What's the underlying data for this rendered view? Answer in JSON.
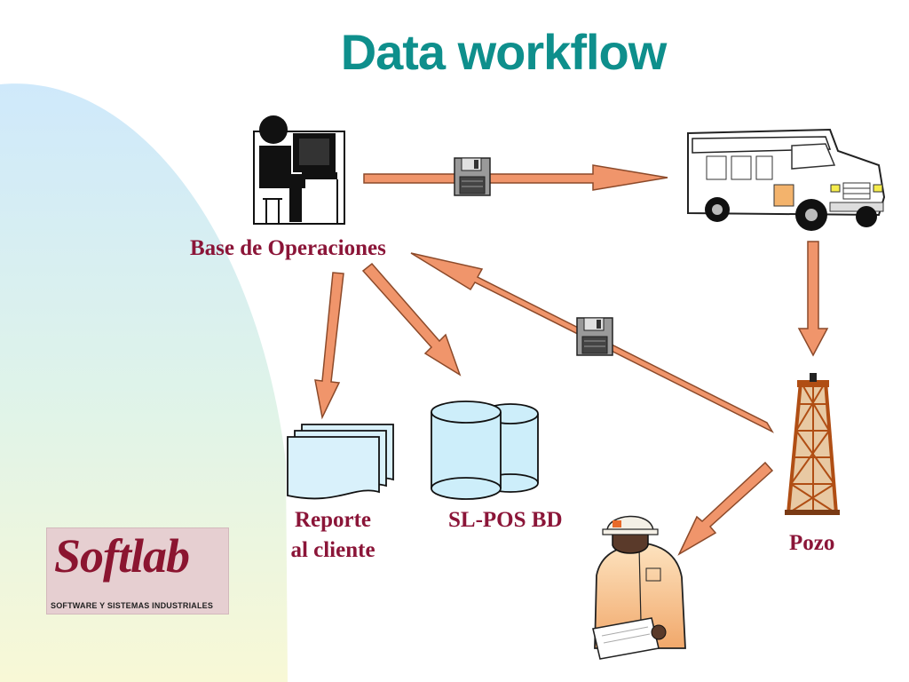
{
  "title": "Data workflow",
  "nodes": {
    "base": "Base de  Operaciones",
    "report_line1": "Reporte",
    "report_line2": "al cliente",
    "database": "SL-POS BD",
    "well": "Pozo"
  },
  "logo": {
    "wordmark": "Softlab",
    "tagline": "SOFTWARE Y SISTEMAS INDUSTRIALES"
  },
  "colors": {
    "title": "#0e8f8c",
    "labels": "#8b1538",
    "arrows": "#f0956b",
    "database": "#cdeefa"
  }
}
